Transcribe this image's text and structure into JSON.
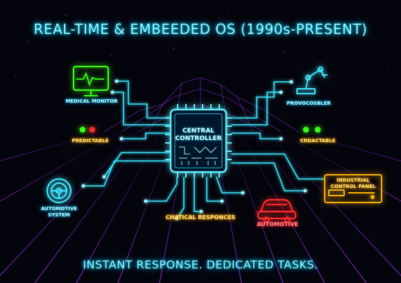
{
  "title": "REAL-TIME & EMBEEDED OS (1990s-PRESENT)",
  "tagline": "INSTANT RESPONSE. DEDICATED TASKS.",
  "center": {
    "line1": "CENTRAL",
    "line2": "CONTROLLER"
  },
  "nodes": {
    "medical": {
      "label": "MEDICAL MONITOR",
      "icon": "ecg-monitor-icon"
    },
    "robot": {
      "label": "PROVOCOSBLER",
      "icon": "robot-arm-icon"
    },
    "predictable_left": {
      "label": "PREDICTABLE"
    },
    "predictable_right": {
      "label": "CRDACTABLE"
    },
    "automotive_system": {
      "label_line1": "AUTOMOTIVE",
      "label_line2": "SYSTEM",
      "icon": "steering-wheel-icon"
    },
    "industrial_panel": {
      "label_line1": "INDUSTRIAL",
      "label_line2": "CONTROL PANEL",
      "icon": "control-panel-icon"
    },
    "critical": {
      "label": "CHATICAL RESPONCES"
    },
    "automotive": {
      "label": "AUTOMOTIVE",
      "icon": "car-icon"
    }
  },
  "colors": {
    "neon_cyan": "#00e5ff",
    "grid_purple": "#a020f0",
    "amber": "#ffb400",
    "red": "#ff2a2a",
    "green": "#39ff14"
  }
}
